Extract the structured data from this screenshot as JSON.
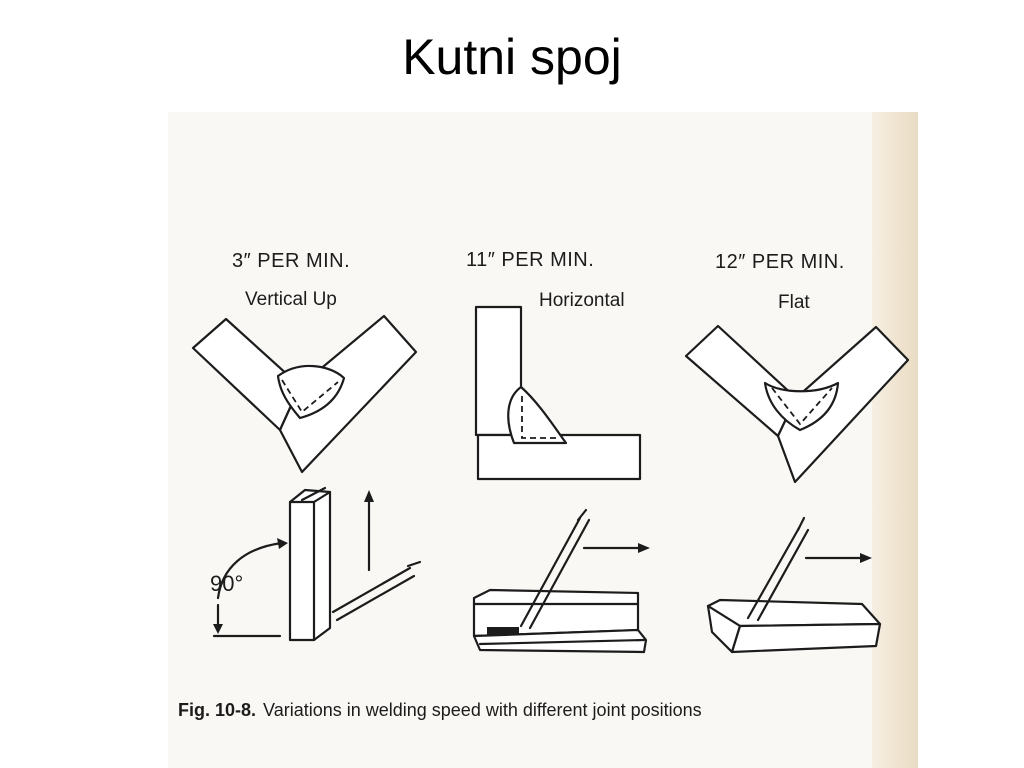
{
  "title": "Kutni spoj",
  "panels": [
    {
      "speed": "3″ PER MIN.",
      "position": "Vertical Up"
    },
    {
      "speed": "11″ PER MIN.",
      "position": "Horizontal"
    },
    {
      "speed": "12″ PER MIN.",
      "position": "Flat"
    }
  ],
  "angle_label": "90°",
  "caption": {
    "prefix": "Fig. 10-8.",
    "text": "Variations in welding speed with different joint positions"
  },
  "colors": {
    "ink": "#1c1c1c",
    "paper": "#f9f8f4",
    "scan_edge": "#efe3cf"
  }
}
